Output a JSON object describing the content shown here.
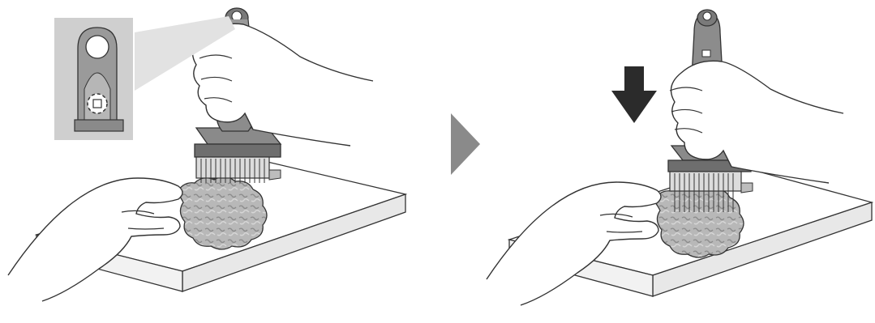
{
  "figure": {
    "panels": [
      {
        "id": "step-1",
        "description_icons": [
          "hand-icon",
          "meat-tenderizer-icon",
          "cutting-board-icon",
          "meat-icon",
          "zoom-inset"
        ]
      },
      {
        "id": "step-2",
        "description_icons": [
          "hand-icon",
          "meat-tenderizer-icon",
          "cutting-board-icon",
          "meat-icon",
          "down-arrow-icon"
        ]
      }
    ],
    "colors": {
      "line": "#333333",
      "tool_dark": "#7a7a7a",
      "tool_mid": "#a8a8a8",
      "tool_light": "#d4d4d4",
      "inset_bg": "#cfcfcf",
      "board_top": "#ffffff",
      "board_edge": "#e6e6e6",
      "meat": "#b8b8b8",
      "arrow": "#2b2b2b",
      "next_arrow": "#8a8a8a"
    }
  }
}
